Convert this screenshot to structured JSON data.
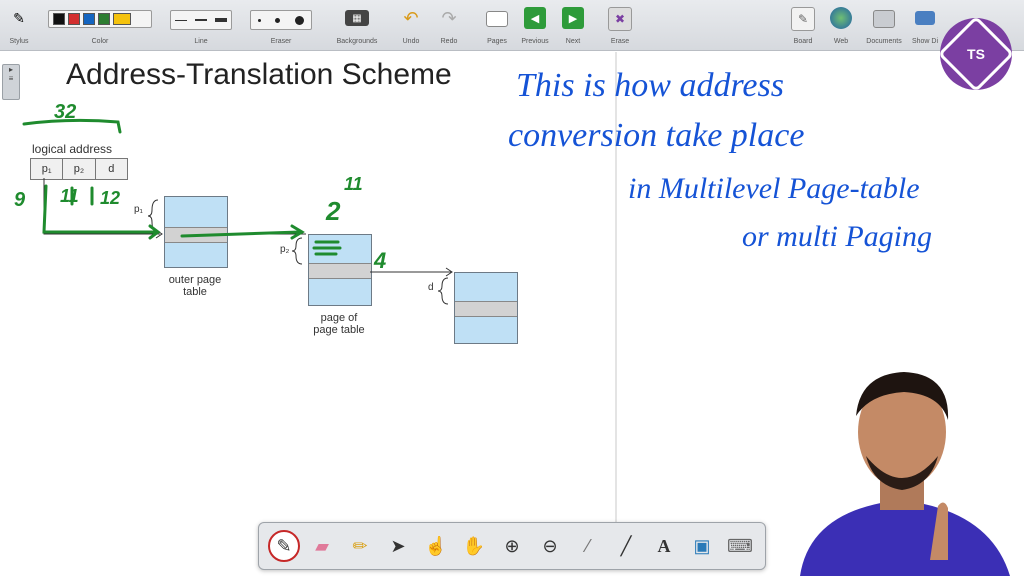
{
  "toolbar": {
    "groups": [
      {
        "label": "Stylus",
        "icon": "stylus-icon"
      },
      {
        "label": "Color",
        "icon": "color-swatches"
      },
      {
        "label": "Line",
        "icon": "line-weights"
      },
      {
        "label": "Eraser",
        "icon": "eraser-sizes"
      },
      {
        "label": "Backgrounds",
        "icon": "keyboard-icon"
      },
      {
        "label": "Undo",
        "icon": "undo-icon"
      },
      {
        "label": "Redo",
        "icon": "redo-icon"
      },
      {
        "label": "Pages",
        "icon": "pages-icon"
      },
      {
        "label": "Previous",
        "icon": "previous-icon"
      },
      {
        "label": "Next",
        "icon": "next-icon"
      },
      {
        "label": "Erase",
        "icon": "erase-all-icon"
      },
      {
        "label": "Board",
        "icon": "board-icon"
      },
      {
        "label": "Web",
        "icon": "globe-icon"
      },
      {
        "label": "Documents",
        "icon": "folder-icon"
      },
      {
        "label": "Show Di",
        "icon": "desktop-icon"
      }
    ],
    "colors": [
      "#111111",
      "#d32f2f",
      "#1565c0",
      "#2e7d32",
      "#f4c20d"
    ]
  },
  "slide": {
    "title": "Address-Translation Scheme",
    "logical_address_label": "logical address",
    "fields": [
      "p₁",
      "p₂",
      "d"
    ],
    "p1_label": "p₁",
    "p2_label": "p₂",
    "d_label": "d",
    "outer_page_table_label": "outer page\ntable",
    "page_of_page_table_label": "page of\npage table"
  },
  "annotations": {
    "bits_total": "32",
    "bits_p1": "9",
    "bits_p2": "11",
    "bits_d": "12",
    "power": "2",
    "exponent": "11",
    "four": "4",
    "note_line1": "This is how address",
    "note_line2": "conversion take place",
    "note_line3": "in Multilevel Page-table",
    "note_line4": "or multi Paging",
    "ink_green": "#1f8b2e",
    "ink_blue": "#1553d6"
  },
  "logo": {
    "text": "TS"
  },
  "bottom_toolbar": {
    "tools": [
      "pen-icon",
      "eraser-icon",
      "highlighter-icon",
      "pointer-icon",
      "pointing-hand-icon",
      "hand-pan-icon",
      "zoom-in-icon",
      "zoom-out-icon",
      "laser-icon",
      "line-tool-icon",
      "text-tool-icon",
      "screen-capture-icon",
      "keyboard-icon"
    ],
    "text_tool_label": "A"
  }
}
